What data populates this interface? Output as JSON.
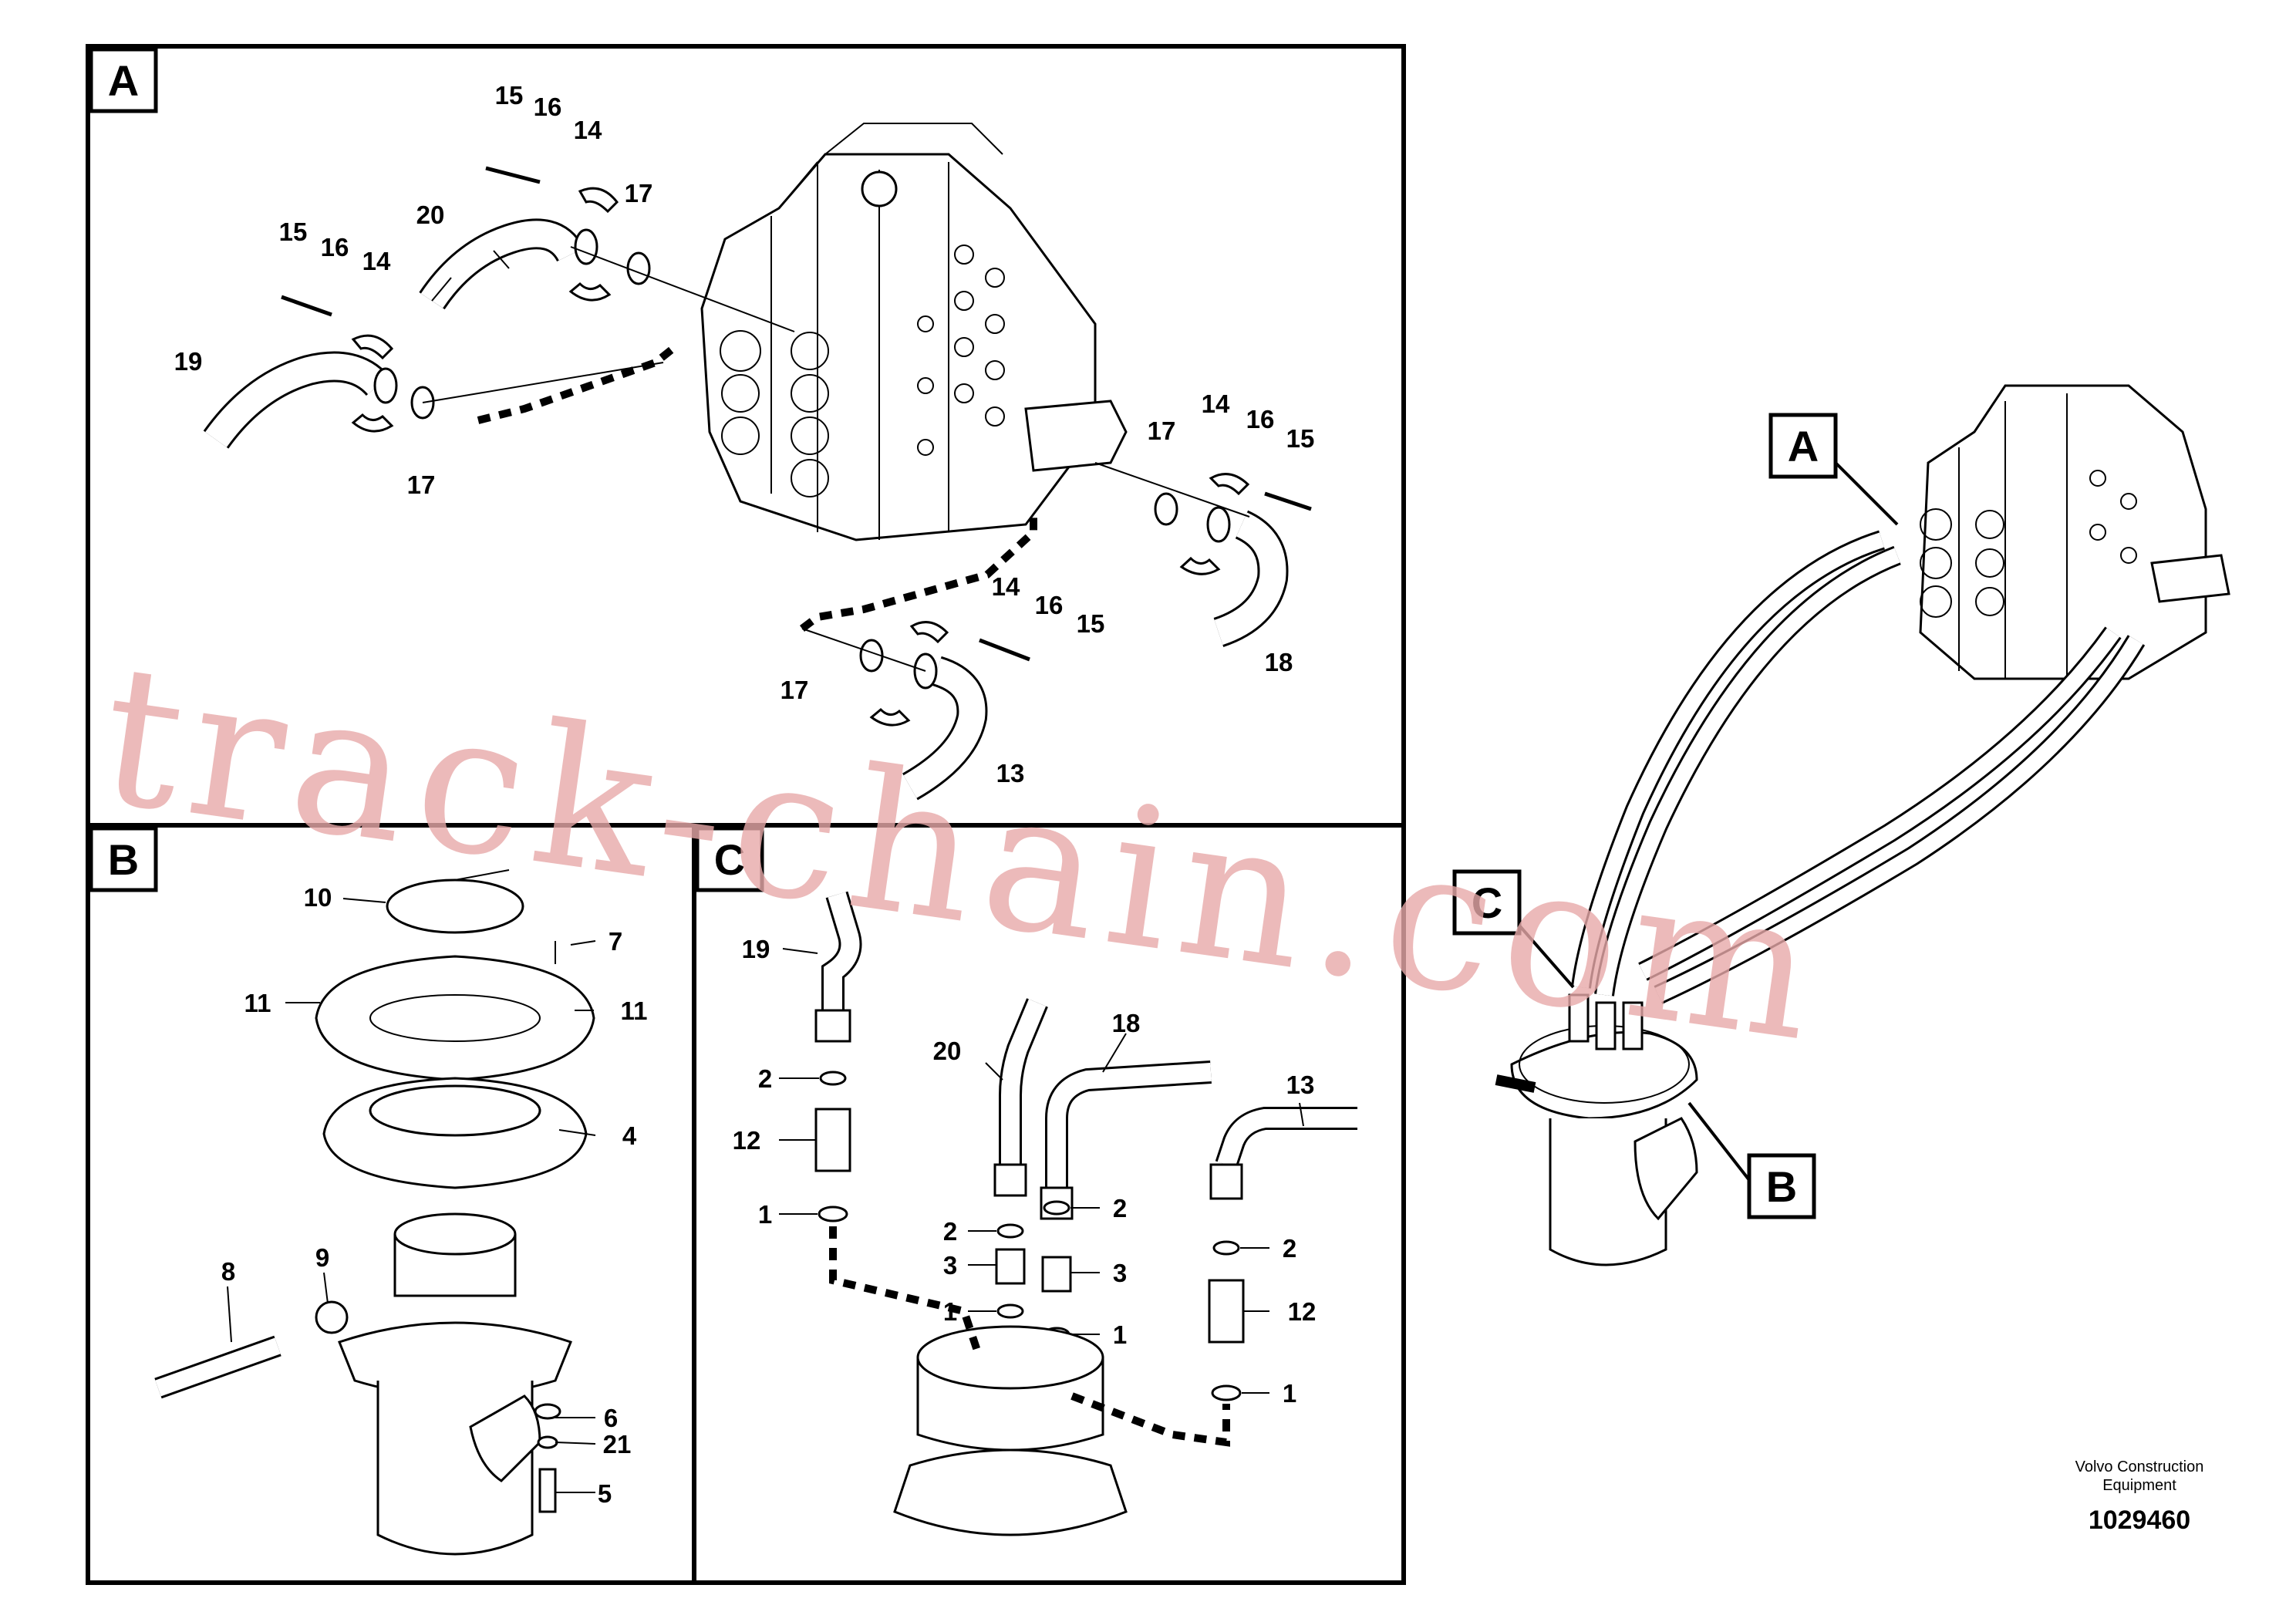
{
  "panels": {
    "A": {
      "tag": "A",
      "callouts": [
        "15",
        "16",
        "14",
        "20",
        "17",
        "15",
        "16",
        "14",
        "19",
        "17",
        "14",
        "16",
        "15",
        "17",
        "18",
        "14",
        "16",
        "15",
        "17",
        "13"
      ]
    },
    "B": {
      "tag": "B",
      "callouts": [
        "10",
        "7",
        "11",
        "11",
        "4",
        "9",
        "8",
        "6",
        "21",
        "5"
      ]
    },
    "C": {
      "tag": "C",
      "callouts": [
        "19",
        "2",
        "12",
        "1",
        "20",
        "18",
        "13",
        "2",
        "3",
        "1",
        "2",
        "3",
        "1",
        "2",
        "12",
        "1"
      ]
    }
  },
  "overview": {
    "tags": [
      "A",
      "C",
      "B"
    ]
  },
  "footer": {
    "company_line1": "Volvo Construction",
    "company_line2": "Equipment",
    "drawing_number": "1029460"
  },
  "watermark": "track-chain.com"
}
